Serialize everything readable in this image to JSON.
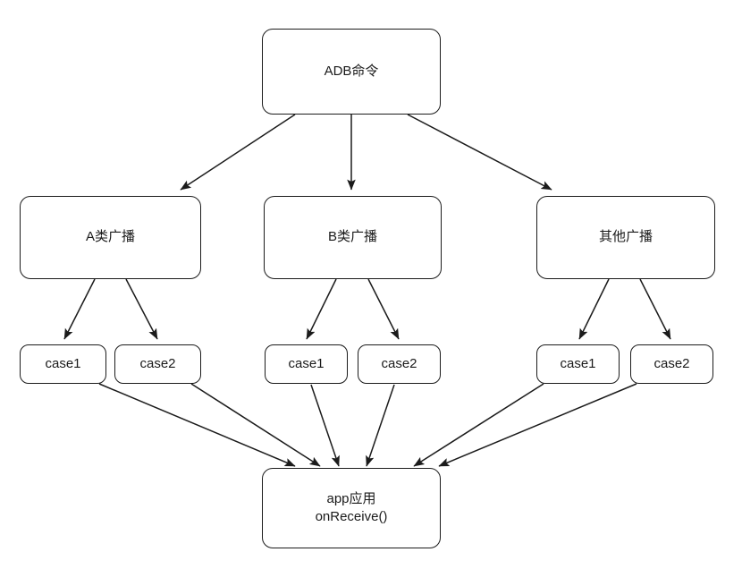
{
  "diagram": {
    "title_node": {
      "label": "ADB命令"
    },
    "background_color": "#ffffff",
    "stroke_color": "#1b1b1b",
    "text_color": "#1a1a1a",
    "level2": [
      {
        "id": "a-broadcast",
        "label": "A类广播"
      },
      {
        "id": "b-broadcast",
        "label": "B类广播"
      },
      {
        "id": "other-broadcast",
        "label": "其他广播"
      }
    ],
    "level3": [
      {
        "id": "a-case1",
        "label": "case1"
      },
      {
        "id": "a-case2",
        "label": "case2"
      },
      {
        "id": "b-case1",
        "label": "case1"
      },
      {
        "id": "b-case2",
        "label": "case2"
      },
      {
        "id": "other-case1",
        "label": "case1"
      },
      {
        "id": "other-case2",
        "label": "case2"
      }
    ],
    "sink": {
      "line1": "app应用",
      "line2": "onReceive()"
    }
  }
}
